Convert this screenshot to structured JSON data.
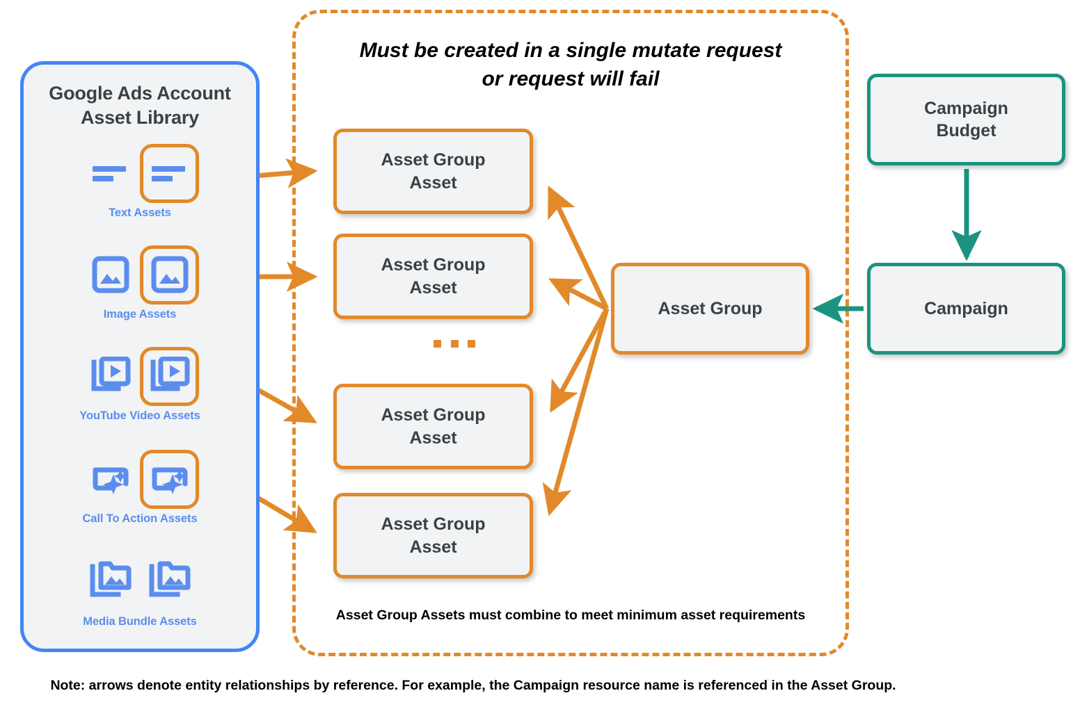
{
  "colors": {
    "orange": "#e2892a",
    "teal": "#1a9480",
    "blue": "#4285f4",
    "label_blue": "#5b8dee",
    "node_fill": "#f1f3f4",
    "text_dark": "#3c4043",
    "black": "#000000",
    "background": "#ffffff"
  },
  "library": {
    "title_line1": "Google Ads Account",
    "title_line2": "Asset Library",
    "rows": [
      {
        "label": "Text Assets",
        "icon": "text-lines-icon",
        "highlighted": true
      },
      {
        "label": "Image Assets",
        "icon": "image-icon",
        "highlighted": true
      },
      {
        "label": "YouTube Video  Assets",
        "icon": "video-stack-icon",
        "highlighted": true
      },
      {
        "label": "Call To Action Assets",
        "icon": "call-to-action-sparkle-icon",
        "highlighted": true
      },
      {
        "label": "Media Bundle  Assets",
        "icon": "media-bundle-folder-icon",
        "highlighted": false
      }
    ]
  },
  "mutate_container": {
    "note_line1": "Must be created in a single mutate request",
    "note_line2": "or request will fail",
    "bottom_note": "Asset Group Assets must combine to meet minimum asset requirements",
    "ellipsis": "..."
  },
  "nodes": {
    "asset_group_asset_1": "Asset Group\nAsset",
    "asset_group_asset_1_l1": "Asset Group",
    "asset_group_asset_1_l2": "Asset",
    "asset_group_asset_2_l1": "Asset Group",
    "asset_group_asset_2_l2": "Asset",
    "asset_group_asset_3_l1": "Asset Group",
    "asset_group_asset_3_l2": "Asset",
    "asset_group_asset_4_l1": "Asset Group",
    "asset_group_asset_4_l2": "Asset",
    "asset_group": "Asset Group",
    "campaign_budget_l1": "Campaign",
    "campaign_budget_l2": "Budget",
    "campaign": "Campaign"
  },
  "footnote": "Note: arrows denote entity relationships by reference. For example, the Campaign resource name is referenced in the Asset Group."
}
